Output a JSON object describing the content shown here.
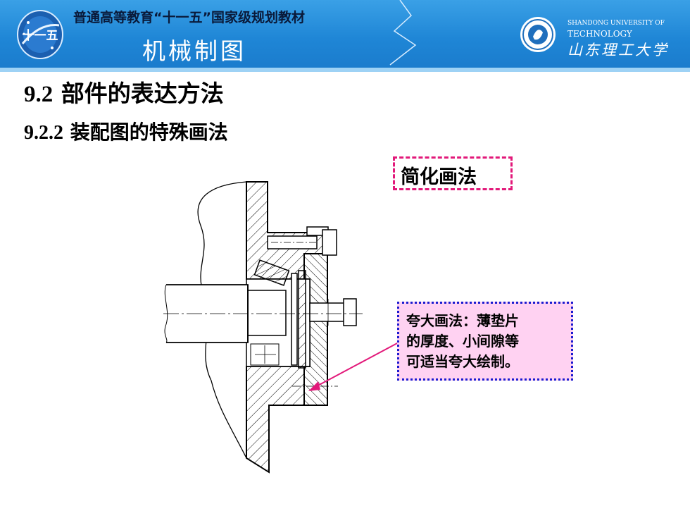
{
  "header": {
    "series": "普通高等教育“十一五”国家级规划教材",
    "course": "机械制图",
    "logo_text": "十一五",
    "university_en_line1": "SHANDONG UNIVERSITY OF",
    "university_en_line2": "TECHNOLOGY",
    "university_cn": "山东理工大学",
    "icons": [
      "eleventh-five-year-logo",
      "university-seal"
    ]
  },
  "slide": {
    "heading_num": "9.2",
    "heading_text": "部件的表达方法",
    "subheading_num": "9.2.2",
    "subheading_text": "装配图的特殊画法"
  },
  "callouts": {
    "simplified": "简化画法",
    "exaggerated_lines": [
      "夸大画法：薄垫片",
      "的厚度、小间隙等",
      "可适当夸大绘制。"
    ]
  },
  "colors": {
    "banner": "#1f86d6",
    "accent_pink": "#e2197a",
    "accent_blue": "#1b1bd0",
    "callout_fill": "#ffd2f2"
  }
}
